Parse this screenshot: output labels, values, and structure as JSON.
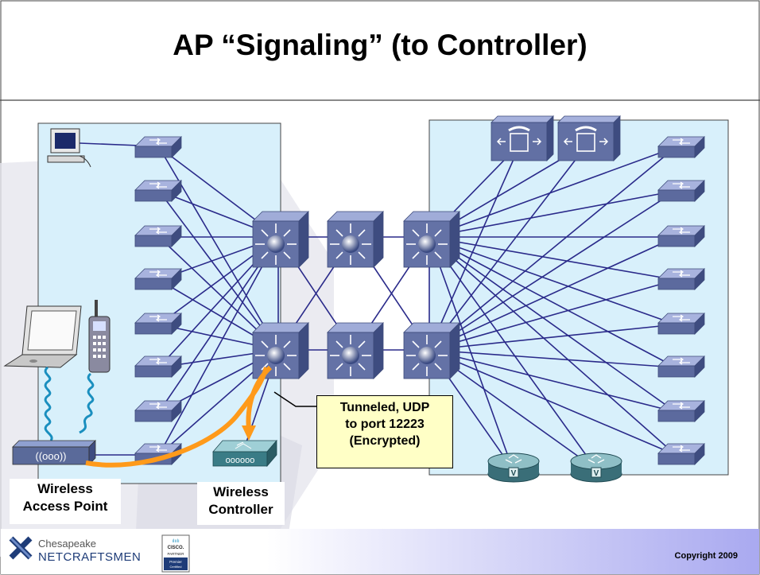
{
  "title": "AP “Signaling” (to Controller)",
  "callout": {
    "line1": "Tunneled, UDP",
    "line2": "to port 12223",
    "line3": "(Encrypted)"
  },
  "labels": {
    "access_point_line1": "Wireless",
    "access_point_line2": "Access Point",
    "controller_line1": "Wireless",
    "controller_line2": "Controller"
  },
  "footer": {
    "company_line1": "Chesapeake",
    "company_line2": "NETCRAFTSMEN",
    "partner_line1": "CISCO.",
    "partner_line2": "PARTNER",
    "partner_line3": "Premier",
    "partner_line4": "Certified",
    "copyright": "Copyright 2009"
  },
  "colors": {
    "link": "#2a2a8a",
    "panel": "#d8f0fb",
    "device": "#5a6a9a",
    "tunnel": "#ff9a1a",
    "footer_gradient_end": "#a9a9f0"
  },
  "icons": [
    "workstation-icon",
    "switch-icon",
    "layer3-switch-icon",
    "laptop-icon",
    "wireless-phone-icon",
    "access-point-icon",
    "wireless-controller-icon",
    "ip-phone-server-icon",
    "voice-router-icon"
  ]
}
